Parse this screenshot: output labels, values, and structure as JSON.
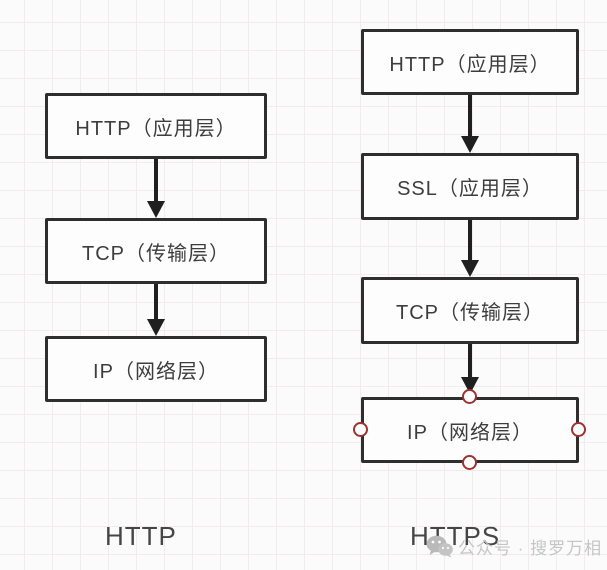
{
  "diagram": {
    "left": {
      "caption": "HTTP",
      "boxes": [
        {
          "label": "HTTP（应用层）"
        },
        {
          "label": "TCP（传输层）"
        },
        {
          "label": "IP（网络层）"
        }
      ]
    },
    "right": {
      "caption": "HTTPS",
      "boxes": [
        {
          "label": "HTTP（应用层）"
        },
        {
          "label": "SSL（应用层）"
        },
        {
          "label": "TCP（传输层）"
        },
        {
          "label": "IP（网络层）"
        }
      ]
    }
  },
  "watermark": {
    "icon": "wechat-icon",
    "text": "公众号 · 搜罗万相"
  },
  "colors": {
    "box_border": "#2e2e2e",
    "box_fill": "#fdfdfd",
    "arrow": "#1f1f1f",
    "text": "#3d3d3d",
    "selection_handle": "#9b3330",
    "grid_line": "#efeceb",
    "watermark_text": "#c6c6c6"
  }
}
